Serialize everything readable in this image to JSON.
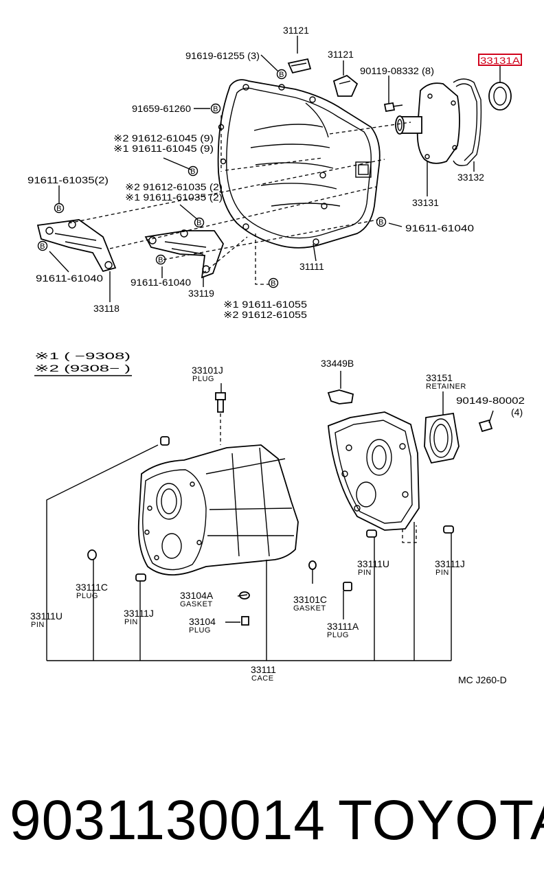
{
  "upper": {
    "l_31121_top": "31121",
    "l_91619": "91619-61255 (3)",
    "l_31121_side": "31121",
    "l_90119": "90119-08332 (8)",
    "l_33131A": "33131A",
    "l_91659": "91659-61260",
    "l_a2_91612_61045": "※2 91612-61045 (9)",
    "l_a1_91611_61045": "※1 91611-61045 (9)",
    "l_91611_61035": "91611-61035(2)",
    "l_a2_91612_61035": "※2 91612-61035 (2)",
    "l_a1_91611_61035": "※1 91611-61035 (2)",
    "l_33132": "33132",
    "l_33131": "33131",
    "l_91611_61040_r": "91611-61040",
    "l_91611_61040_l": "91611-61040",
    "l_91611_61040_m": "91611-61040",
    "l_31111": "31111",
    "l_33118": "33118",
    "l_33119": "33119",
    "l_a1_91611_61055": "※1 91611-61055",
    "l_a2_91612_61055": "※2 91612-61055",
    "bolt_mark": "B"
  },
  "legend": {
    "row1": "※1 (        −9308)",
    "row2": "※2 (9308−        )"
  },
  "lower": {
    "l_33101J": "33101J",
    "l_33101J_sub": "PLUG",
    "l_33449B": "33449B",
    "l_33151": "33151",
    "l_33151_sub": "RETAINER",
    "l_90149": "90149-80002",
    "l_90149_qty": "(4)",
    "l_33111U_r": "33111U",
    "l_33111U_r_sub": "PIN",
    "l_33111J_r": "33111J",
    "l_33111J_r_sub": "PIN",
    "l_33111C": "33111C",
    "l_33111C_sub": "PLUG",
    "l_33104A": "33104A",
    "l_33104A_sub": "GASKET",
    "l_33101C": "33101C",
    "l_33101C_sub": "GASKET",
    "l_33111U_l": "33111U",
    "l_33111U_l_sub": "PIN",
    "l_33111J_l": "33111J",
    "l_33111J_l_sub": "PIN",
    "l_33104": "33104",
    "l_33104_sub": "PLUG",
    "l_33111A": "33111A",
    "l_33111A_sub": "PLUG",
    "l_33111": "33111",
    "l_33111_sub": "CACE",
    "l_code": "MC J260-D"
  },
  "highlight_color": "#d0021b",
  "footer": {
    "part_number": "9031130014",
    "brand": "TOYOTA"
  }
}
